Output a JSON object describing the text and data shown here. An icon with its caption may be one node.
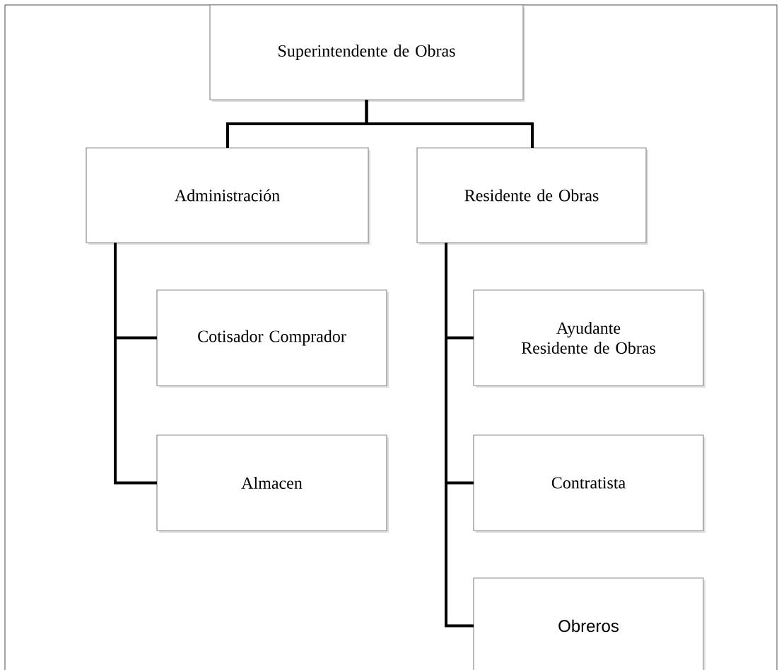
{
  "diagram": {
    "nodes": [
      {
        "text": [
          "Superintendente de Obras"
        ]
      },
      {
        "text": [
          "Administración"
        ]
      },
      {
        "text": [
          "Residente de Obras"
        ]
      },
      {
        "text": [
          "Cotisador Comprador"
        ]
      },
      {
        "text": [
          "Almacen"
        ]
      },
      {
        "text": [
          "Ayudante Residente de Obras"
        ]
      },
      {
        "text": [
          "Contratista"
        ]
      },
      {
        "text": [
          "Obreros"
        ]
      }
    ],
    "edges": [
      {
        "from": 0,
        "to": 1,
        "arrow": "none"
      },
      {
        "from": 0,
        "to": 2,
        "arrow": "none"
      },
      {
        "from": 1,
        "to": 3,
        "arrow": "none"
      },
      {
        "from": 1,
        "to": 4,
        "arrow": "none"
      },
      {
        "from": 2,
        "to": 5,
        "arrow": "none"
      },
      {
        "from": 2,
        "to": 6,
        "arrow": "none"
      },
      {
        "from": 2,
        "to": 7,
        "arrow": "none"
      }
    ]
  }
}
